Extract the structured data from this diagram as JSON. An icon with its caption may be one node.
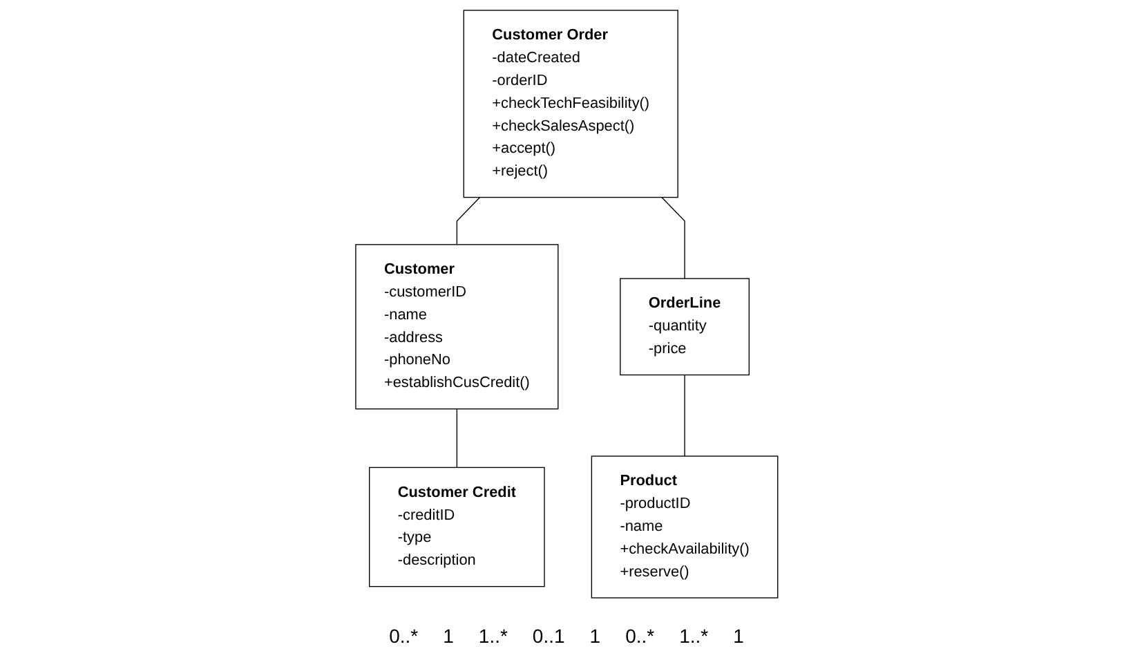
{
  "diagram": {
    "nodes": [
      {
        "text": [
          "Customer Order",
          "-dateCreated",
          "-orderID",
          "+checkTechFeasibility()",
          "+checkSalesAspect()",
          "+accept()",
          "+reject()"
        ]
      },
      {
        "text": [
          "Customer",
          "-customerID",
          "-name",
          "-address",
          "-phoneNo",
          "+establishCusCredit()"
        ]
      },
      {
        "text": [
          "OrderLine",
          "-quantity",
          "-price"
        ]
      },
      {
        "text": [
          "Product",
          "-productID",
          "-name",
          "+checkAvailability()",
          "+reserve()"
        ]
      },
      {
        "text": [
          "Customer Credit",
          "-creditID",
          "-type",
          "-description"
        ]
      }
    ],
    "edges": [
      {
        "from": 0,
        "to": 1,
        "arrow": "none"
      },
      {
        "from": 0,
        "to": 2,
        "arrow": "none"
      },
      {
        "from": 2,
        "to": 3,
        "arrow": "none"
      },
      {
        "from": 1,
        "to": 4,
        "arrow": "none"
      }
    ],
    "labels": [
      "0..*",
      "1",
      "1..*",
      "0..1",
      "1",
      "0..*",
      "1..*",
      "1"
    ]
  }
}
